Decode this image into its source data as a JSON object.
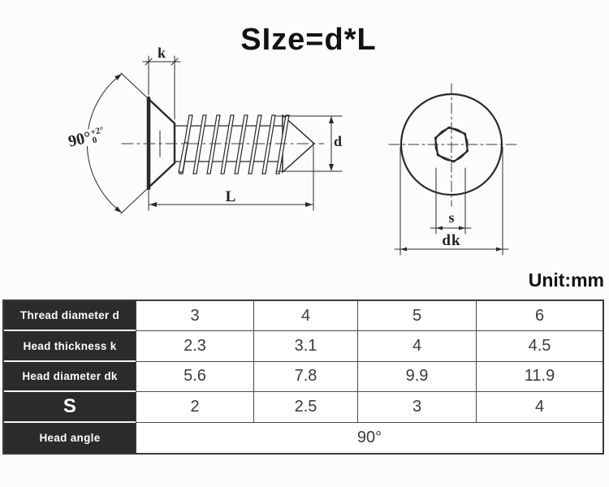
{
  "title": "SIze=d*L",
  "unit_label": "Unit:mm",
  "drawing": {
    "side_view": {
      "k_label": "k",
      "d_label": "d",
      "l_label": "L",
      "angle_value": "90°",
      "angle_tol_upper": "+2°",
      "angle_tol_lower": "0"
    },
    "top_view": {
      "s_label": "s",
      "dk_label": "dk"
    }
  },
  "table": {
    "rows": [
      {
        "label": "Thread diameter d",
        "values": [
          "3",
          "4",
          "5",
          "6"
        ]
      },
      {
        "label": "Head thickness k",
        "values": [
          "2.3",
          "3.1",
          "4",
          "4.5"
        ]
      },
      {
        "label": "Head diameter dk",
        "values": [
          "5.6",
          "7.8",
          "9.9",
          "11.9"
        ]
      },
      {
        "label": "S",
        "values": [
          "2",
          "2.5",
          "3",
          "4"
        ]
      },
      {
        "label": "Head angle",
        "values": [
          "90°"
        ]
      }
    ]
  },
  "colors": {
    "header_bg": "#2b2b2b",
    "header_text": "#ffffff",
    "line": "#2a2a2a",
    "table_border": "#3a3a3a",
    "background": "#fcfcfc"
  }
}
